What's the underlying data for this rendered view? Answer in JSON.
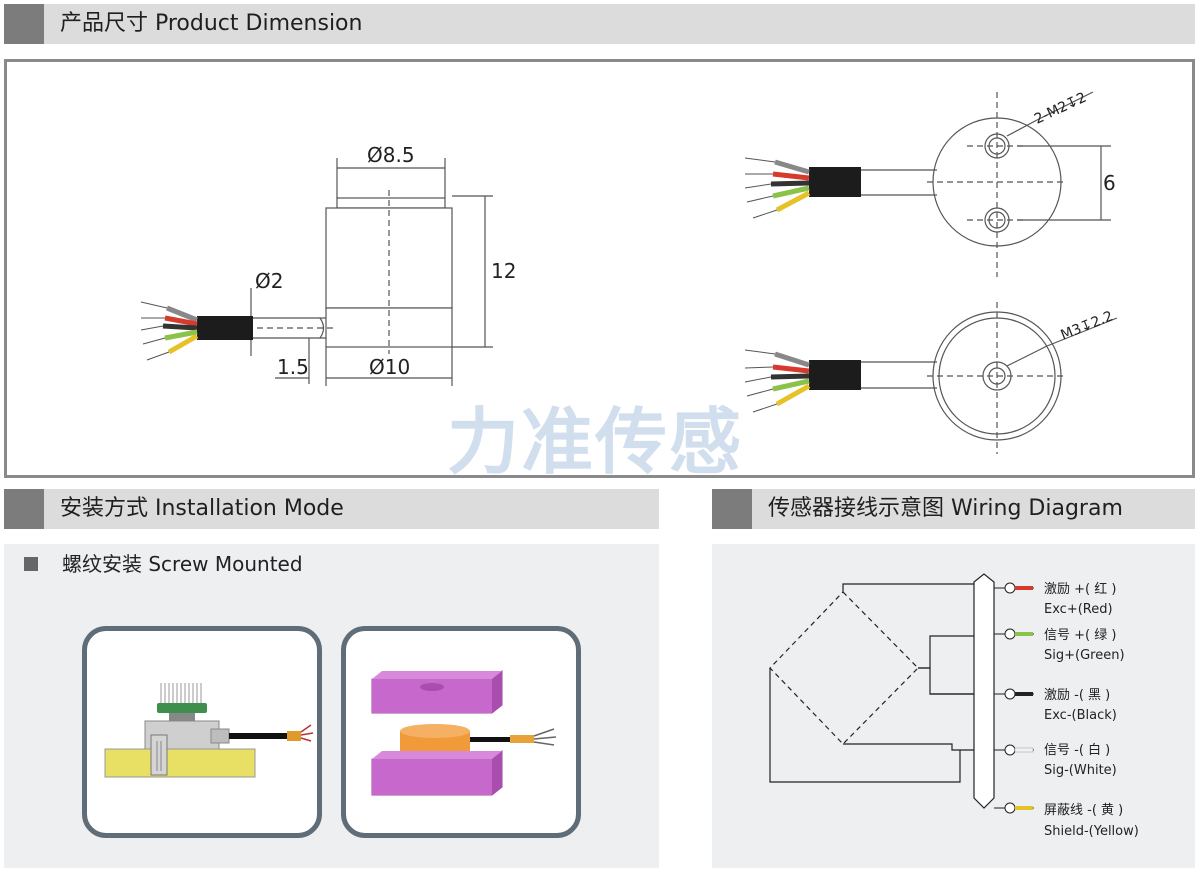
{
  "product_dimension": {
    "title": "产品尺寸 Product Dimension",
    "labels": {
      "phi85": "Ø8.5",
      "h12": "12",
      "phi2": "Ø2",
      "t15": "1.5",
      "phi10": "Ø10",
      "holes": "2-M2↧2",
      "spacing6": "6",
      "m3": "M3↧2.2"
    },
    "watermark": "力准传感"
  },
  "installation": {
    "title": "安装方式 Installation Mode",
    "mode": "螺纹安装 Screw Mounted"
  },
  "wiring": {
    "title": "传感器接线示意图  Wiring Diagram",
    "wires": [
      {
        "cn": "激励 +( 红 )",
        "en": "Exc+(Red)",
        "color": "#d63a2c"
      },
      {
        "cn": "信号 +( 绿 )",
        "en": "Sig+(Green)",
        "color": "#8bc34a"
      },
      {
        "cn": "激励 -( 黑 )",
        "en": "Exc-(Black)",
        "color": "#222222"
      },
      {
        "cn": "信号 -( 白 )",
        "en": "Sig-(White)",
        "color": "#f2f2f2"
      },
      {
        "cn": "屏蔽线 -( 黄 )",
        "en": "Shield-(Yellow)",
        "color": "#e6c229"
      }
    ]
  }
}
